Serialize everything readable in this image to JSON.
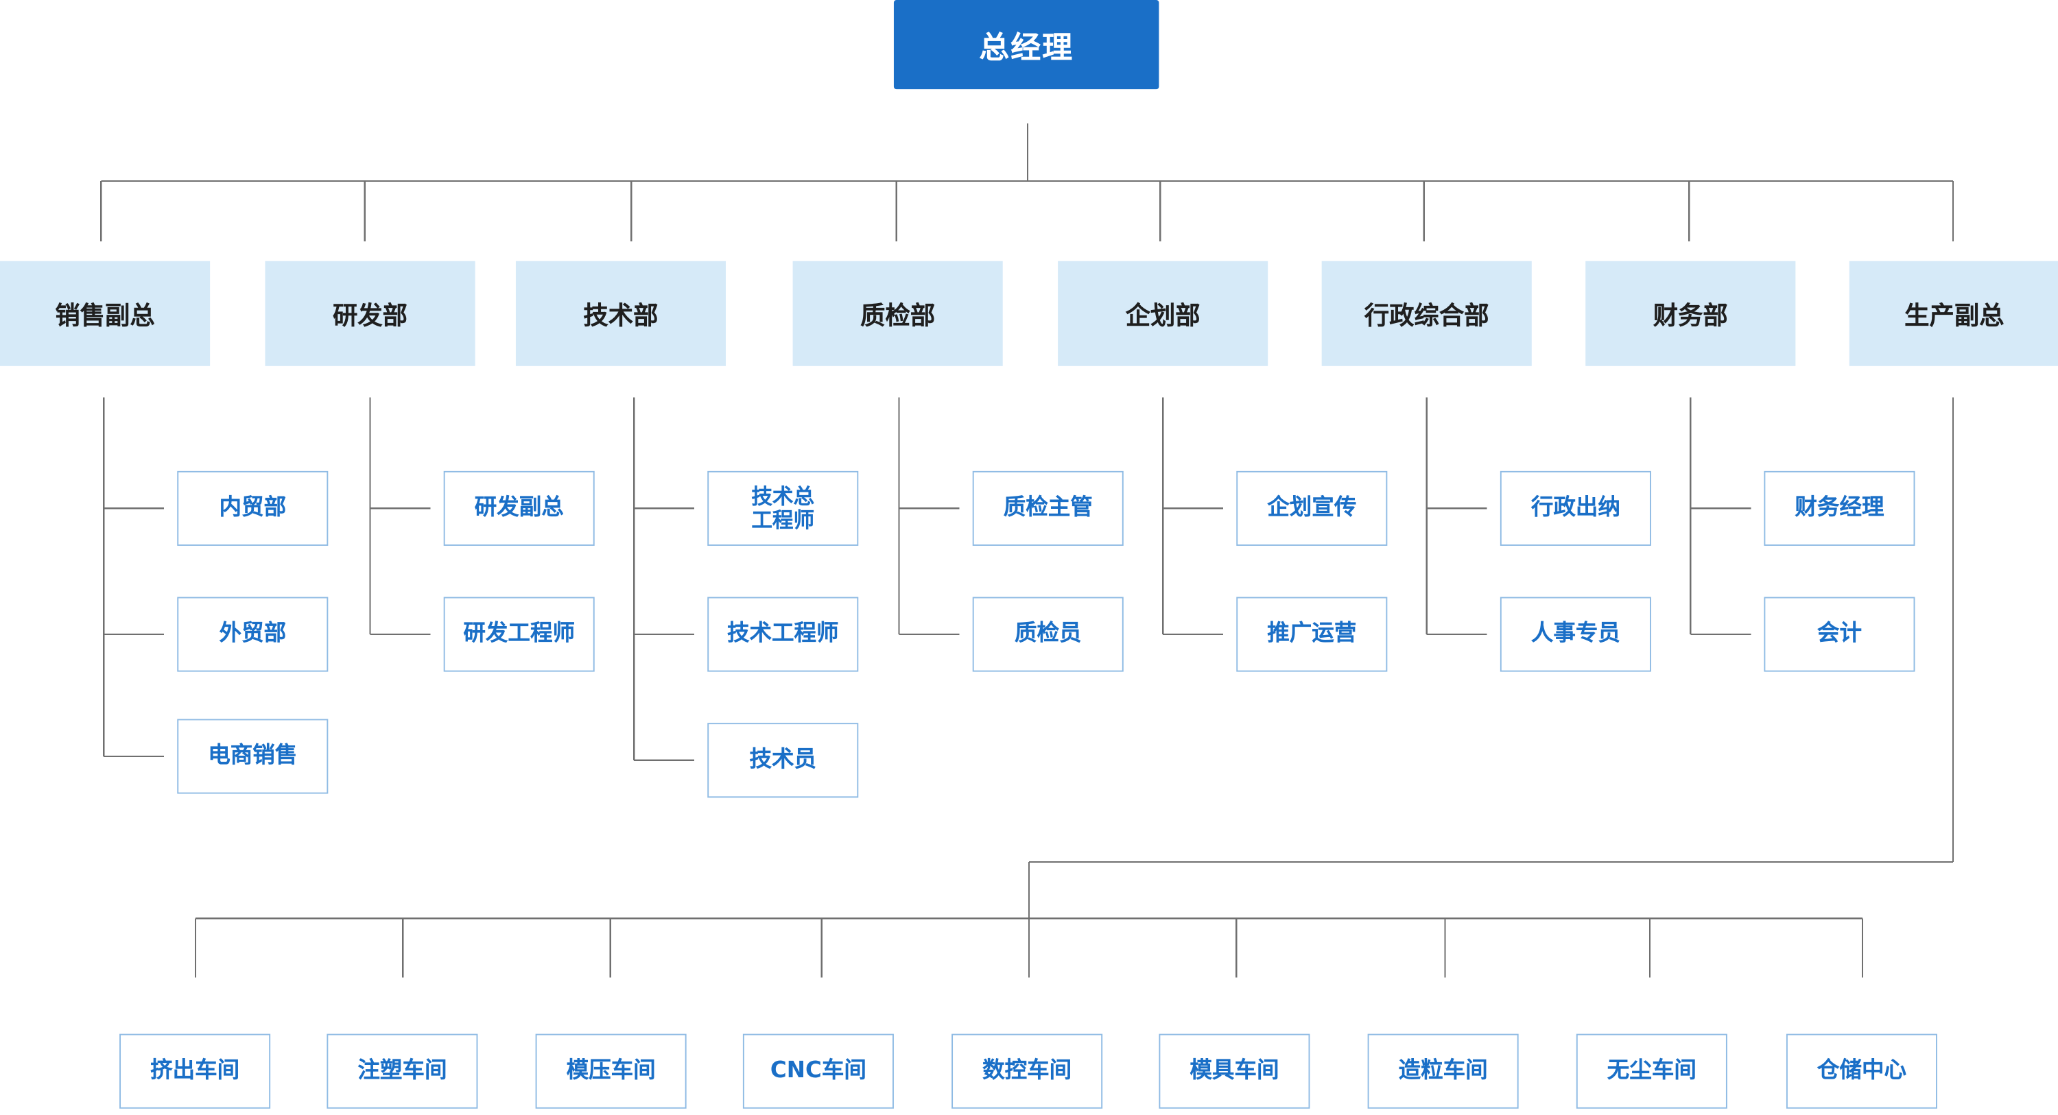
{
  "root": {
    "label": "总经理"
  },
  "departments": [
    {
      "label": "销售副总",
      "children": [
        "内贸部",
        "外贸部",
        "电商销售"
      ]
    },
    {
      "label": "研发部",
      "children": [
        "研发副总",
        "研发工程师"
      ]
    },
    {
      "label": "技术部",
      "children": [
        "技术总\n工程师",
        "技术工程师",
        "技术员"
      ]
    },
    {
      "label": "质检部",
      "children": [
        "质检主管",
        "质检员"
      ]
    },
    {
      "label": "企划部",
      "children": [
        "企划宣传",
        "推广运营"
      ]
    },
    {
      "label": "行政综合部",
      "children": [
        "行政出纳",
        "人事专员"
      ]
    },
    {
      "label": "财务部",
      "children": [
        "财务经理",
        "会计"
      ]
    },
    {
      "label": "生产副总",
      "children": []
    }
  ],
  "workshops": [
    "挤出车间",
    "注塑车间",
    "模压车间",
    "CNC车间",
    "数控车间",
    "模具车间",
    "造粒车间",
    "无尘车间",
    "仓储中心"
  ],
  "colors": {
    "root_bg": "#1a6fc7",
    "dept_bg": "#d6eaf8",
    "leaf_border": "#8fbbe4",
    "leaf_text": "#1a6fc7",
    "line": "#6f6f6f"
  }
}
